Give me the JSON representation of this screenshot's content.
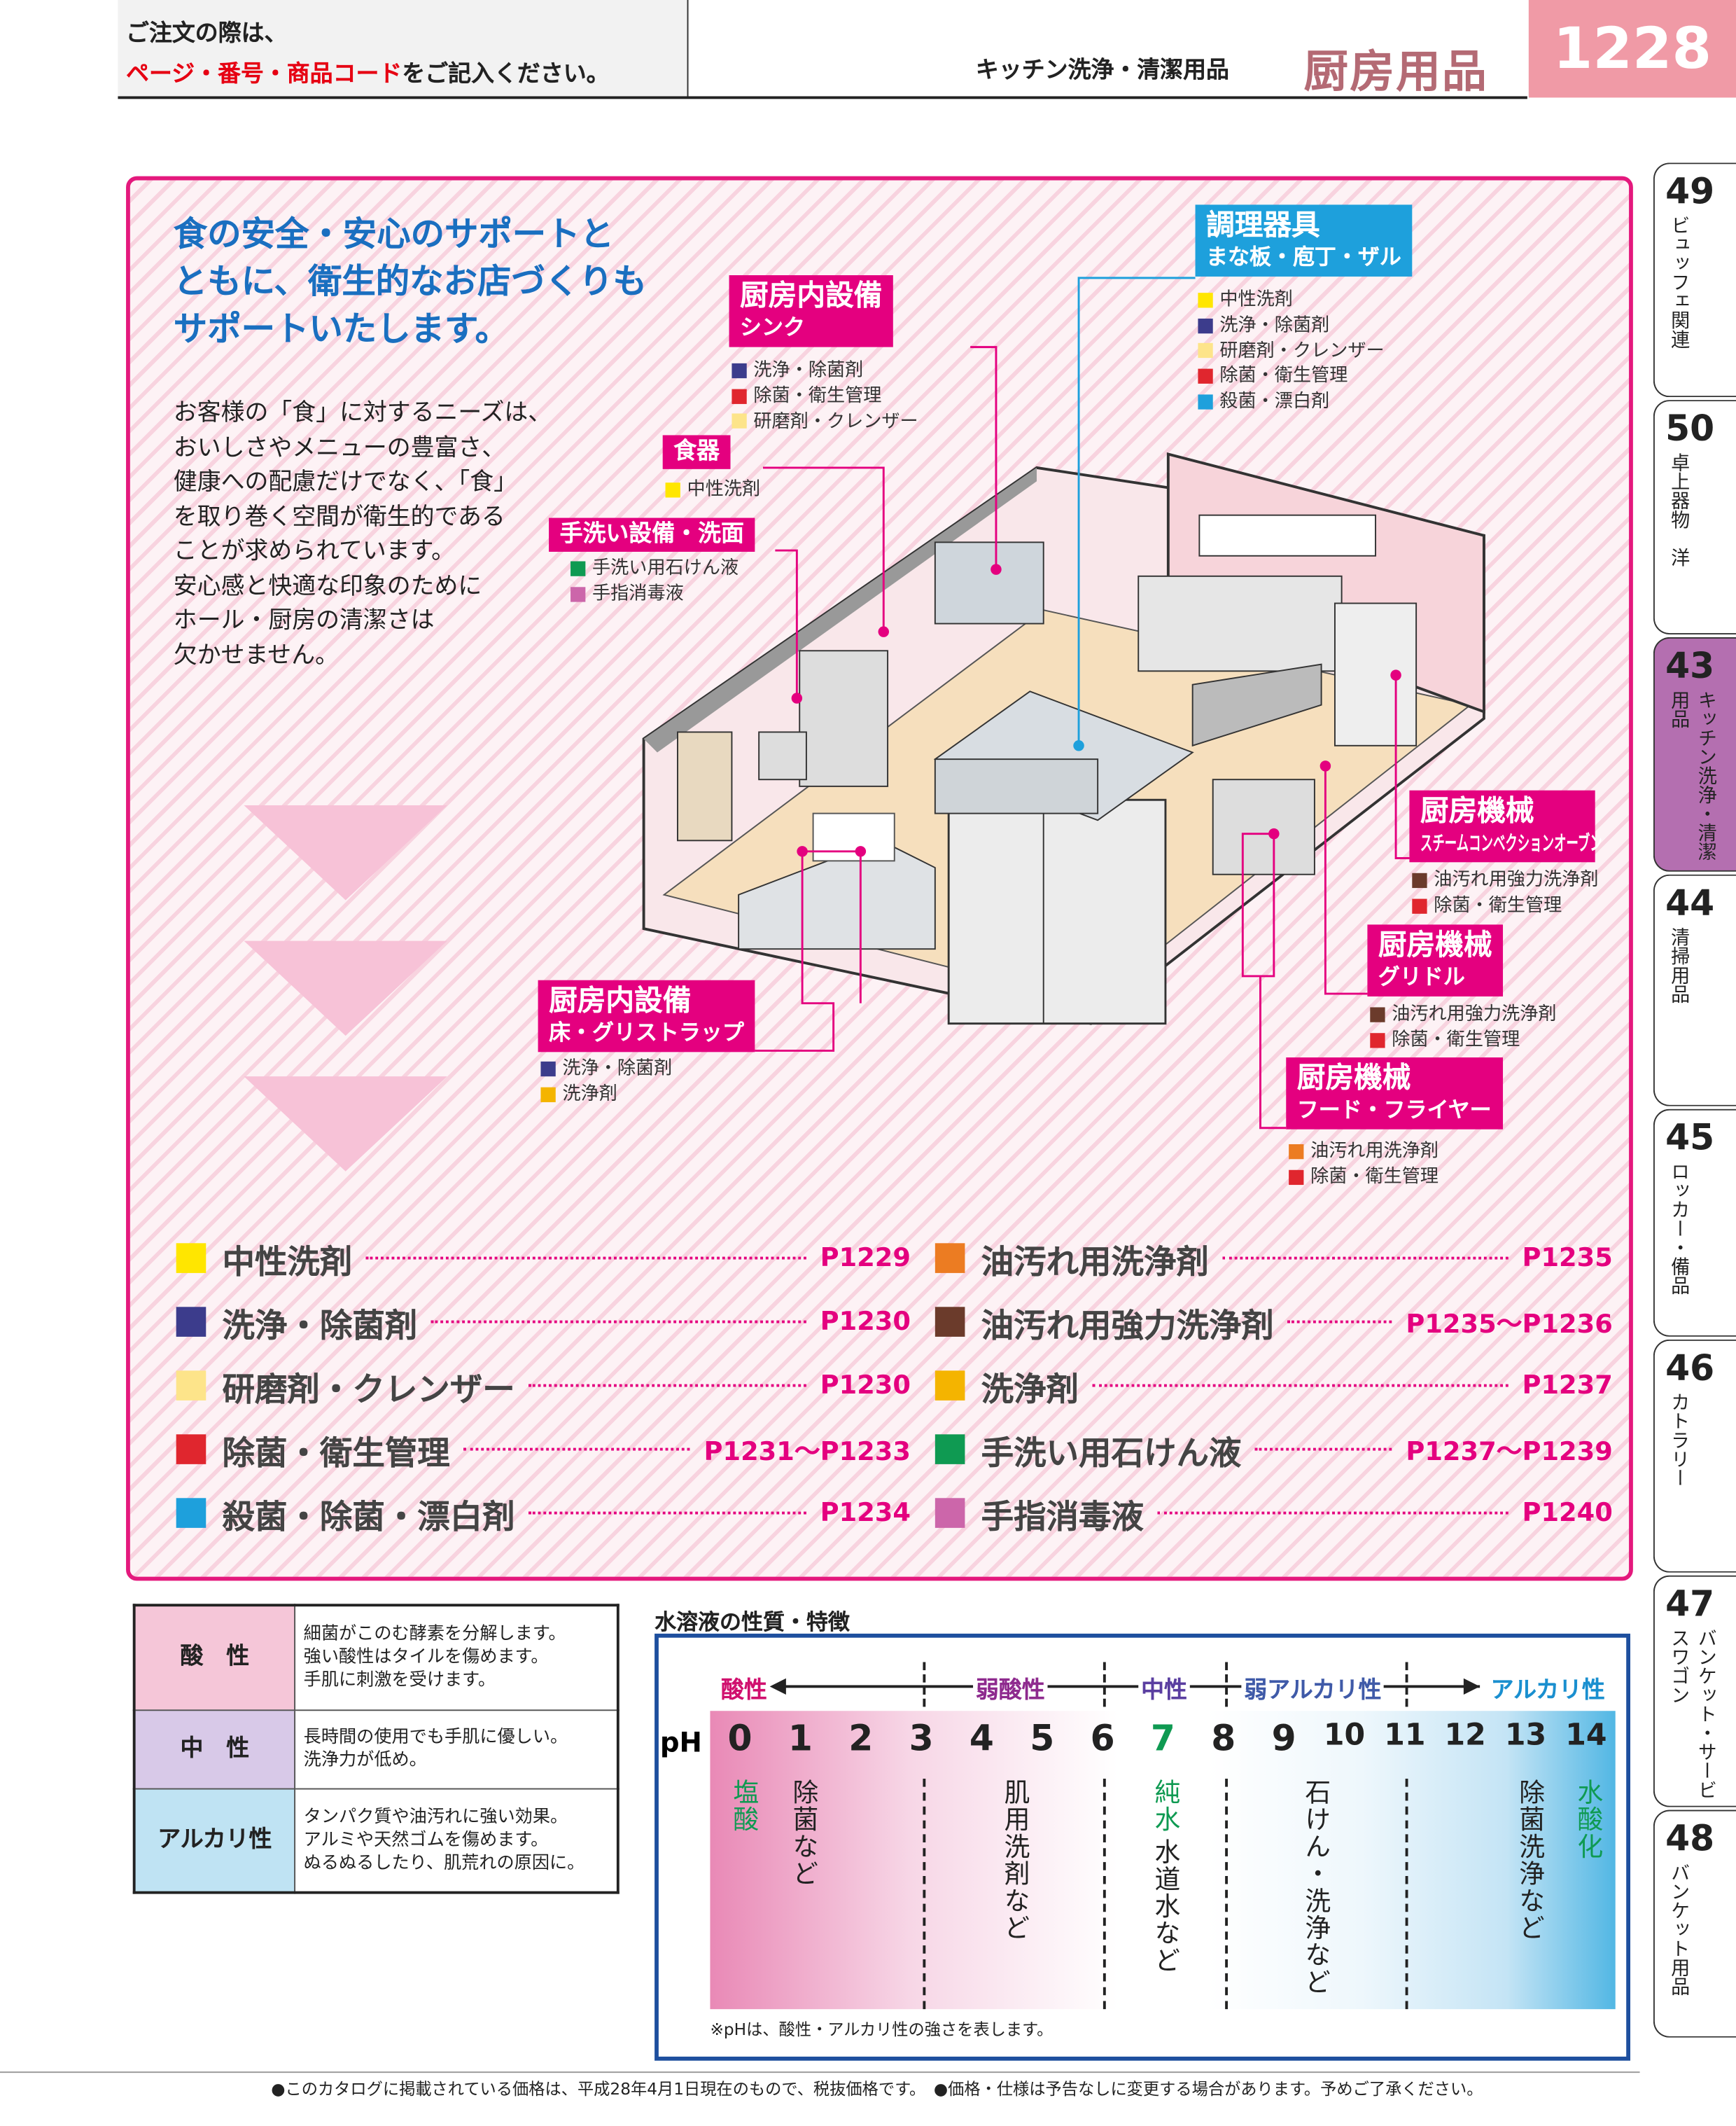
{
  "header": {
    "note_line1": "ご注文の際は、",
    "note_line2_red": "ページ・番号・商品コード",
    "note_line2_rest": "をご記入ください。",
    "category_sub": "キッチン洗浄・清潔用品",
    "category_main": "厨房用品",
    "page_number": "1228"
  },
  "intro": {
    "headline": [
      "食の安全・安心のサポートと",
      "ともに、衛生的なお店づくりも",
      "サポートいたします。"
    ],
    "body": [
      "お客様の「食」に対するニーズは、",
      "おいしさやメニューの豊富さ、",
      "健康への配慮だけでなく、「食」",
      "を取り巻く空間が衛生的である",
      "ことが求められています。",
      "安心感と快適な印象のために",
      "ホール・厨房の清潔さは",
      "欠かせません。"
    ]
  },
  "colors": {
    "neutral": "#ffe600",
    "clean_sterilize": "#3c3c8c",
    "abrasive": "#fde48a",
    "hygiene": "#e0262e",
    "bleach": "#1ea0dc",
    "grease": "#ec7c22",
    "grease_strong": "#6b3b2b",
    "detergent": "#f4b400",
    "handsoap": "#0f9a52",
    "sanitizer": "#cc66aa"
  },
  "callouts": [
    {
      "title": "調理器具",
      "sub": "まな板・庖丁・ザル",
      "items": [
        [
          "中性洗剤",
          "neutral"
        ],
        [
          "洗浄・除菌剤",
          "clean_sterilize"
        ],
        [
          "研磨剤・クレンザー",
          "abrasive"
        ],
        [
          "除菌・衛生管理",
          "hygiene"
        ],
        [
          "殺菌・漂白剤",
          "bleach"
        ]
      ]
    },
    {
      "title": "厨房内設備",
      "sub": "シンク",
      "items": [
        [
          "洗浄・除菌剤",
          "clean_sterilize"
        ],
        [
          "除菌・衛生管理",
          "hygiene"
        ],
        [
          "研磨剤・クレンザー",
          "abrasive"
        ]
      ]
    },
    {
      "title": "食器",
      "sub": "",
      "items": [
        [
          "中性洗剤",
          "neutral"
        ]
      ]
    },
    {
      "title": "手洗い設備・洗面",
      "sub": "",
      "items": [
        [
          "手洗い用石けん液",
          "handsoap"
        ],
        [
          "手指消毒液",
          "sanitizer"
        ]
      ]
    },
    {
      "title": "厨房内設備",
      "sub": "床・グリストラップ",
      "items": [
        [
          "洗浄・除菌剤",
          "clean_sterilize"
        ],
        [
          "洗浄剤",
          "detergent"
        ]
      ]
    },
    {
      "title": "厨房機械",
      "sub": "スチームコンベクションオーブン",
      "items": [
        [
          "油汚れ用強力洗浄剤",
          "grease_strong"
        ],
        [
          "除菌・衛生管理",
          "hygiene"
        ]
      ]
    },
    {
      "title": "厨房機械",
      "sub": "グリドル",
      "items": [
        [
          "油汚れ用強力洗浄剤",
          "grease_strong"
        ],
        [
          "除菌・衛生管理",
          "hygiene"
        ]
      ]
    },
    {
      "title": "厨房機械",
      "sub": "フード・フライヤー",
      "items": [
        [
          "油汚れ用洗浄剤",
          "grease"
        ],
        [
          "除菌・衛生管理",
          "hygiene"
        ]
      ]
    }
  ],
  "legend": [
    {
      "name": "中性洗剤",
      "page": "P1229",
      "color": "neutral"
    },
    {
      "name": "洗浄・除菌剤",
      "page": "P1230",
      "color": "clean_sterilize"
    },
    {
      "name": "研磨剤・クレンザー",
      "page": "P1230",
      "color": "abrasive"
    },
    {
      "name": "除菌・衛生管理",
      "page": "P1231～P1233",
      "color": "hygiene"
    },
    {
      "name": "殺菌・除菌・漂白剤",
      "page": "P1234",
      "color": "bleach"
    },
    {
      "name": "油汚れ用洗浄剤",
      "page": "P1235",
      "color": "grease"
    },
    {
      "name": "油汚れ用強力洗浄剤",
      "page": "P1235～P1236",
      "color": "grease_strong"
    },
    {
      "name": "洗浄剤",
      "page": "P1237",
      "color": "detergent"
    },
    {
      "name": "手洗い用石けん液",
      "page": "P1237～P1239",
      "color": "handsoap"
    },
    {
      "name": "手指消毒液",
      "page": "P1240",
      "color": "sanitizer"
    }
  ],
  "properties": [
    {
      "label": "酸　性",
      "desc": [
        "細菌がこのむ酵素を分解します。",
        "強い酸性はタイルを傷めます。",
        "手肌に刺激を受けます。"
      ],
      "color": "#f5c6d8"
    },
    {
      "label": "中　性",
      "desc": [
        "長時間の使用でも手肌に優しい。",
        "洗浄力が低め。"
      ],
      "color": "#d8c9e8"
    },
    {
      "label": "アルカリ性",
      "desc": [
        "タンパク質や油汚れに強い効果。",
        "アルミや天然ゴムを傷めます。",
        "ぬるぬるしたり、肌荒れの原因に。"
      ],
      "color": "#bfe3f3"
    }
  ],
  "ph_chart": {
    "title": "水溶液の性質・特徴",
    "ph_label": "pH",
    "scale": [
      "0",
      "1",
      "2",
      "3",
      "4",
      "5",
      "6",
      "7",
      "8",
      "9",
      "10",
      "11",
      "12",
      "13",
      "14"
    ],
    "zones": [
      "酸性",
      "弱酸性",
      "中性",
      "弱アルカリ性",
      "アルカリ性"
    ],
    "examples": [
      {
        "ph": 0,
        "text": "塩酸",
        "green": true
      },
      {
        "ph": 1,
        "text": "除菌など"
      },
      {
        "ph": 4.5,
        "text": "肌用洗剤など"
      },
      {
        "ph": 7,
        "text": "純水",
        "green": true
      },
      {
        "ph": 7,
        "text": "水道水など"
      },
      {
        "ph": 9.5,
        "text": "石けん・洗浄など"
      },
      {
        "ph": 13,
        "text": "除菌洗浄など"
      },
      {
        "ph": 14,
        "text": "水酸化",
        "green": true
      }
    ],
    "note": "※pHは、酸性・アルカリ性の強さを表します。"
  },
  "side_tabs": [
    {
      "num": "49",
      "label": "ビュッフェ関連"
    },
    {
      "num": "50",
      "label": "卓上器物　洋"
    },
    {
      "num": "43",
      "label": "キッチン洗浄・清潔用品",
      "active": true
    },
    {
      "num": "44",
      "label": "清掃用品"
    },
    {
      "num": "45",
      "label": "ロッカー・備品"
    },
    {
      "num": "46",
      "label": "カトラリー"
    },
    {
      "num": "47",
      "label": "バンケット・サービスワゴン"
    },
    {
      "num": "48",
      "label": "バンケット用品"
    }
  ],
  "footer": "●このカタログに掲載されている価格は、平成28年4月1日現在のもので、税抜価格です。　●価格・仕様は予告なしに変更する場合があります。予めご了承ください。"
}
